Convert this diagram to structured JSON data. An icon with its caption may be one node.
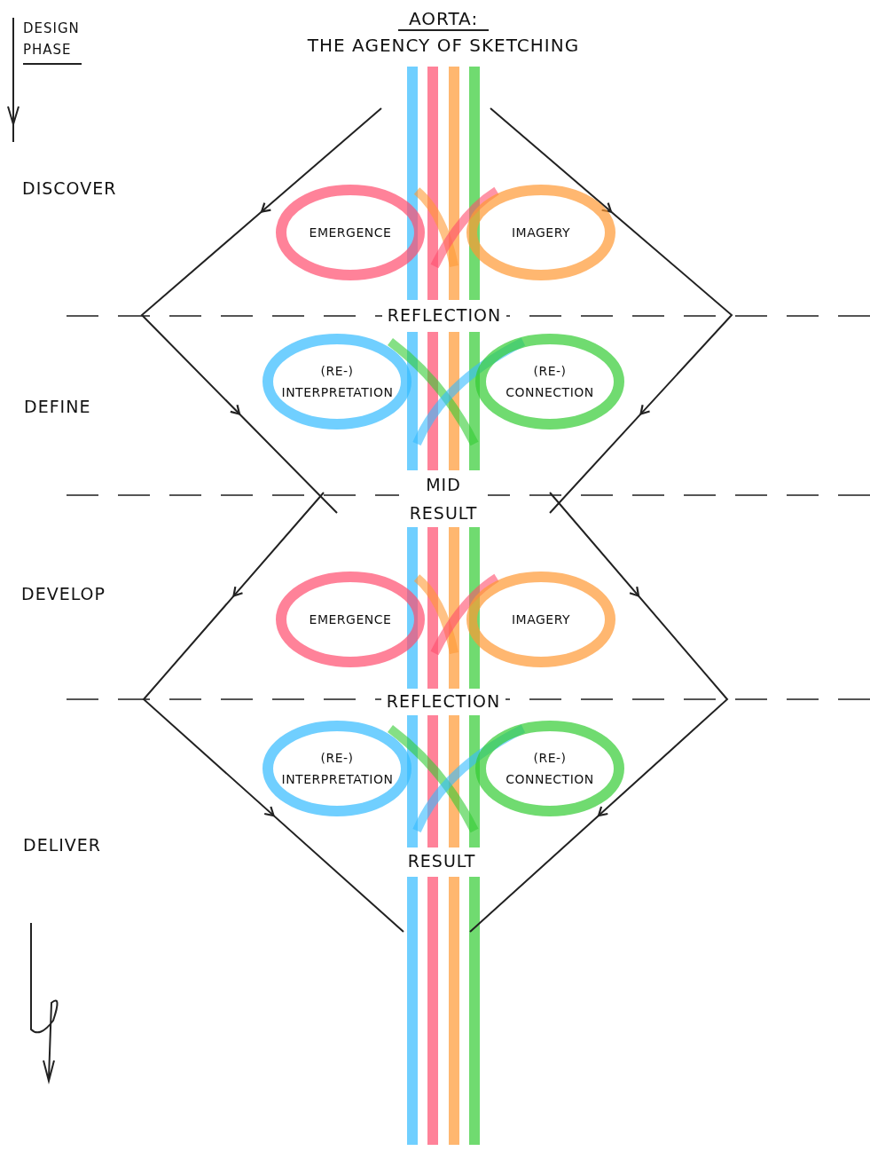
{
  "diagram": {
    "title": "AORTA: THE AGENCY OF SKETCHING",
    "nodes": [
      {
        "text": [
          "EMERGENCE"
        ]
      },
      {
        "text": [
          "IMAGERY"
        ]
      },
      {
        "text": [
          "(RE-) INTERPRETATION"
        ]
      },
      {
        "text": [
          "(RE-) CONNECTION"
        ]
      },
      {
        "text": [
          "EMERGENCE"
        ]
      },
      {
        "text": [
          "IMAGERY"
        ]
      },
      {
        "text": [
          "(RE-) INTERPRETATION"
        ]
      },
      {
        "text": [
          "(RE-) CONNECTION"
        ]
      }
    ],
    "labels": [
      "DESIGN PHASE",
      "DISCOVER",
      "REFLECTION",
      "DEFINE",
      "MID RESULT",
      "DEVELOP",
      "REFLECTION",
      "DELIVER",
      "RESULT"
    ]
  }
}
